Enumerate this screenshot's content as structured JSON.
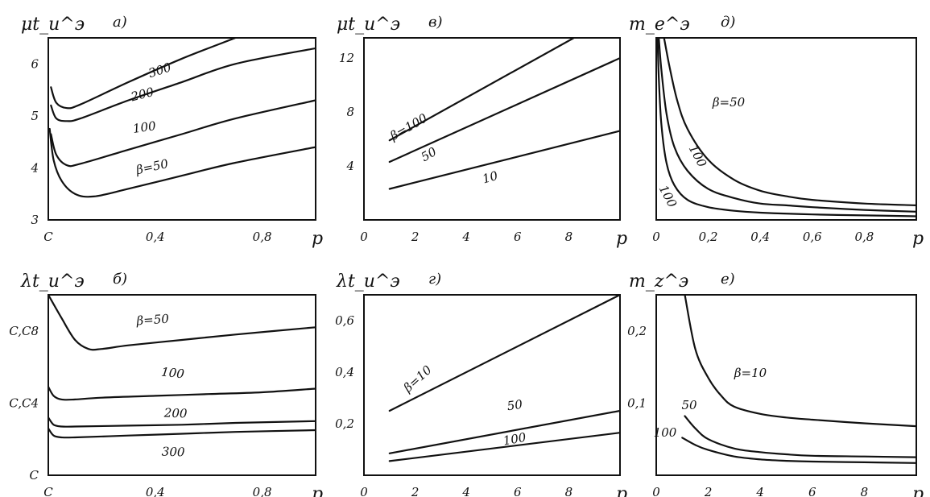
{
  "colors": {
    "ink": "#111111",
    "paper": "#ffffff"
  },
  "chart_data": [
    {
      "id": "a",
      "type": "line",
      "panel_label": "a)",
      "ylabel": "μt_u^э",
      "xlabel": "p",
      "xlim": [
        0,
        1.0
      ],
      "ylim": [
        3,
        6.5
      ],
      "x_ticks": [
        {
          "v": 0,
          "t": "C"
        },
        {
          "v": 0.4,
          "t": "0,4"
        },
        {
          "v": 0.8,
          "t": "0,8"
        }
      ],
      "y_ticks": [
        {
          "v": 3,
          "t": "3"
        },
        {
          "v": 4,
          "t": "4"
        },
        {
          "v": 5,
          "t": "5"
        },
        {
          "v": 6,
          "t": "6"
        }
      ],
      "series": [
        {
          "name": "300",
          "x": [
            0.01,
            0.03,
            0.07,
            0.12,
            0.3,
            0.5,
            0.7,
            0.75
          ],
          "y": [
            5.55,
            5.25,
            5.15,
            5.22,
            5.65,
            6.1,
            6.5,
            6.6
          ]
        },
        {
          "name": "200",
          "x": [
            0.01,
            0.03,
            0.07,
            0.12,
            0.3,
            0.5,
            0.7,
            1.0
          ],
          "y": [
            5.2,
            4.95,
            4.9,
            4.95,
            5.3,
            5.65,
            6.0,
            6.3
          ]
        },
        {
          "name": "100",
          "x": [
            0.01,
            0.03,
            0.07,
            0.12,
            0.3,
            0.5,
            0.7,
            1.0
          ],
          "y": [
            4.65,
            4.25,
            4.05,
            4.08,
            4.35,
            4.65,
            4.95,
            5.3
          ]
        },
        {
          "name": "β=50",
          "x": [
            0.005,
            0.02,
            0.05,
            0.1,
            0.17,
            0.3,
            0.5,
            0.7,
            1.0
          ],
          "y": [
            4.75,
            4.15,
            3.75,
            3.5,
            3.45,
            3.6,
            3.85,
            4.1,
            4.4
          ]
        }
      ]
    },
    {
      "id": "b",
      "type": "line",
      "panel_label": "в)",
      "ylabel": "μt_u^э",
      "xlabel": "p",
      "xlim": [
        0,
        10
      ],
      "ylim": [
        0,
        13.5
      ],
      "x_ticks": [
        {
          "v": 0,
          "t": "0"
        },
        {
          "v": 2,
          "t": "2"
        },
        {
          "v": 4,
          "t": "4"
        },
        {
          "v": 6,
          "t": "6"
        },
        {
          "v": 8,
          "t": "8"
        }
      ],
      "y_ticks": [
        {
          "v": 4,
          "t": "4"
        },
        {
          "v": 8,
          "t": "8"
        },
        {
          "v": 12,
          "t": "12"
        }
      ],
      "series": [
        {
          "name": "β=100",
          "x": [
            1,
            8.2
          ],
          "y": [
            5.9,
            13.5
          ]
        },
        {
          "name": "50",
          "x": [
            1,
            10
          ],
          "y": [
            4.3,
            12.0
          ]
        },
        {
          "name": "10",
          "x": [
            1,
            10
          ],
          "y": [
            2.3,
            6.6
          ]
        }
      ]
    },
    {
      "id": "d",
      "type": "line",
      "panel_label": "д)",
      "ylabel": "m_e^э",
      "xlabel": "p",
      "xlim": [
        0,
        1.0
      ],
      "ylim": [
        0,
        1.0
      ],
      "x_ticks": [
        {
          "v": 0,
          "t": "0"
        },
        {
          "v": 0.2,
          "t": "0,2"
        },
        {
          "v": 0.4,
          "t": "0,4"
        },
        {
          "v": 0.6,
          "t": "0,6"
        },
        {
          "v": 0.8,
          "t": "0,8"
        }
      ],
      "y_ticks": [],
      "series": [
        {
          "name": "β=50",
          "x": [
            0.03,
            0.05,
            0.08,
            0.12,
            0.2,
            0.3,
            0.4,
            0.5,
            0.6,
            0.8,
            1.0
          ],
          "y": [
            1.0,
            0.85,
            0.66,
            0.5,
            0.33,
            0.22,
            0.16,
            0.13,
            0.11,
            0.09,
            0.08
          ]
        },
        {
          "name": "100",
          "x": [
            0.01,
            0.02,
            0.04,
            0.07,
            0.12,
            0.2,
            0.3,
            0.4,
            0.5,
            0.6,
            0.8,
            1.0
          ],
          "y": [
            1.0,
            0.82,
            0.58,
            0.4,
            0.27,
            0.17,
            0.12,
            0.09,
            0.08,
            0.07,
            0.055,
            0.045
          ]
        },
        {
          "name": "100",
          "x": [
            0.005,
            0.01,
            0.02,
            0.04,
            0.07,
            0.12,
            0.2,
            0.3,
            0.4,
            0.6,
            0.8,
            1.0
          ],
          "y": [
            1.0,
            0.78,
            0.52,
            0.31,
            0.19,
            0.11,
            0.07,
            0.05,
            0.04,
            0.03,
            0.025,
            0.02
          ]
        }
      ]
    },
    {
      "id": "bv",
      "type": "line",
      "panel_label": "б)",
      "ylabel": "λt_u^э",
      "xlabel": "p",
      "xlim": [
        0,
        1.0
      ],
      "ylim": [
        0,
        0.1
      ],
      "x_ticks": [
        {
          "v": 0,
          "t": "C"
        },
        {
          "v": 0.4,
          "t": "0,4"
        },
        {
          "v": 0.8,
          "t": "0,8"
        }
      ],
      "y_ticks": [
        {
          "v": 0,
          "t": "C"
        },
        {
          "v": 0.04,
          "t": "C,C4"
        },
        {
          "v": 0.08,
          "t": "C,C8"
        }
      ],
      "series": [
        {
          "name": "β=50",
          "x": [
            0.0,
            0.05,
            0.1,
            0.15,
            0.2,
            0.3,
            0.5,
            0.7,
            1.0
          ],
          "y": [
            0.1,
            0.087,
            0.075,
            0.07,
            0.07,
            0.072,
            0.075,
            0.078,
            0.082
          ]
        },
        {
          "name": "100",
          "x": [
            0.0,
            0.02,
            0.05,
            0.1,
            0.2,
            0.4,
            0.6,
            0.8,
            1.0
          ],
          "y": [
            0.049,
            0.044,
            0.042,
            0.042,
            0.043,
            0.044,
            0.045,
            0.046,
            0.048
          ]
        },
        {
          "name": "200",
          "x": [
            0.0,
            0.02,
            0.05,
            0.1,
            0.3,
            0.5,
            0.7,
            1.0
          ],
          "y": [
            0.032,
            0.028,
            0.027,
            0.027,
            0.0275,
            0.028,
            0.029,
            0.03
          ]
        },
        {
          "name": "300",
          "x": [
            0.0,
            0.02,
            0.05,
            0.1,
            0.3,
            0.5,
            0.7,
            1.0
          ],
          "y": [
            0.026,
            0.022,
            0.021,
            0.021,
            0.022,
            0.023,
            0.024,
            0.025
          ]
        }
      ]
    },
    {
      "id": "g",
      "type": "line",
      "panel_label": "г)",
      "ylabel": "λt_u^э",
      "xlabel": "p",
      "xlim": [
        0,
        10
      ],
      "ylim": [
        0,
        0.7
      ],
      "x_ticks": [
        {
          "v": 0,
          "t": "0"
        },
        {
          "v": 2,
          "t": "2"
        },
        {
          "v": 4,
          "t": "4"
        },
        {
          "v": 6,
          "t": "6"
        },
        {
          "v": 8,
          "t": "8"
        }
      ],
      "y_ticks": [
        {
          "v": 0.2,
          "t": "0,2"
        },
        {
          "v": 0.4,
          "t": "0,4"
        },
        {
          "v": 0.6,
          "t": "0,6"
        }
      ],
      "series": [
        {
          "name": "β=10",
          "x": [
            1,
            10
          ],
          "y": [
            0.25,
            0.7
          ]
        },
        {
          "name": "50",
          "x": [
            1,
            10
          ],
          "y": [
            0.085,
            0.25
          ]
        },
        {
          "name": "100",
          "x": [
            1,
            10
          ],
          "y": [
            0.055,
            0.165
          ]
        }
      ]
    },
    {
      "id": "e",
      "type": "line",
      "panel_label": "e)",
      "ylabel": "m_z^э",
      "xlabel": "p",
      "xlim": [
        0,
        10
      ],
      "ylim": [
        0,
        0.25
      ],
      "x_ticks": [
        {
          "v": 0,
          "t": "0"
        },
        {
          "v": 2,
          "t": "2"
        },
        {
          "v": 4,
          "t": "4"
        },
        {
          "v": 6,
          "t": "6"
        },
        {
          "v": 8,
          "t": "8"
        }
      ],
      "y_ticks": [
        {
          "v": 0.1,
          "t": "0,1"
        },
        {
          "v": 0.2,
          "t": "0,2"
        }
      ],
      "series": [
        {
          "name": "β=10",
          "x": [
            1.1,
            1.5,
            2,
            2.5,
            3,
            4,
            5,
            6,
            8,
            10
          ],
          "y": [
            0.25,
            0.175,
            0.135,
            0.11,
            0.095,
            0.085,
            0.08,
            0.077,
            0.072,
            0.068
          ]
        },
        {
          "name": "50",
          "x": [
            1.1,
            1.5,
            2,
            3,
            4,
            5,
            6,
            8,
            10
          ],
          "y": [
            0.082,
            0.065,
            0.05,
            0.037,
            0.032,
            0.029,
            0.027,
            0.026,
            0.025
          ]
        },
        {
          "name": "100",
          "x": [
            1.0,
            1.5,
            2,
            3,
            4,
            5,
            6,
            8,
            10
          ],
          "y": [
            0.052,
            0.042,
            0.035,
            0.026,
            0.022,
            0.02,
            0.019,
            0.018,
            0.017
          ]
        }
      ]
    }
  ]
}
